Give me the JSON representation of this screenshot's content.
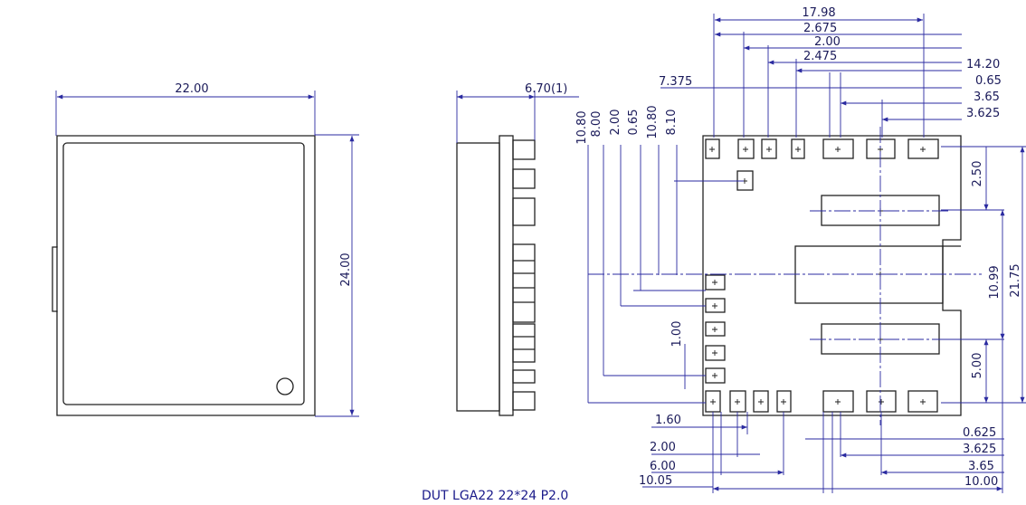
{
  "caption": "DUT LGA22 22*24 P2.0",
  "top_view": {
    "width_label": "22.00",
    "height_label": "24.00"
  },
  "side_view": {
    "thickness_label": "6.70(1)"
  },
  "footprint": {
    "top_dims": [
      "17.98",
      "2.675",
      "2.00",
      "2.475",
      "14.20",
      "7.375",
      "0.65",
      "3.65",
      "3.625"
    ],
    "left_vertical_dims": [
      "10.80",
      "8.00",
      "2.00",
      "0.65",
      "10.80",
      "8.10"
    ],
    "right_vertical_dims": [
      "2.50",
      "10.99",
      "21.75",
      "5.00"
    ],
    "left_pitch_label": "1.00",
    "bottom_dims": [
      "1.60",
      "2.00",
      "6.00",
      "10.05",
      "0.625",
      "3.625",
      "3.65",
      "10.00"
    ]
  }
}
